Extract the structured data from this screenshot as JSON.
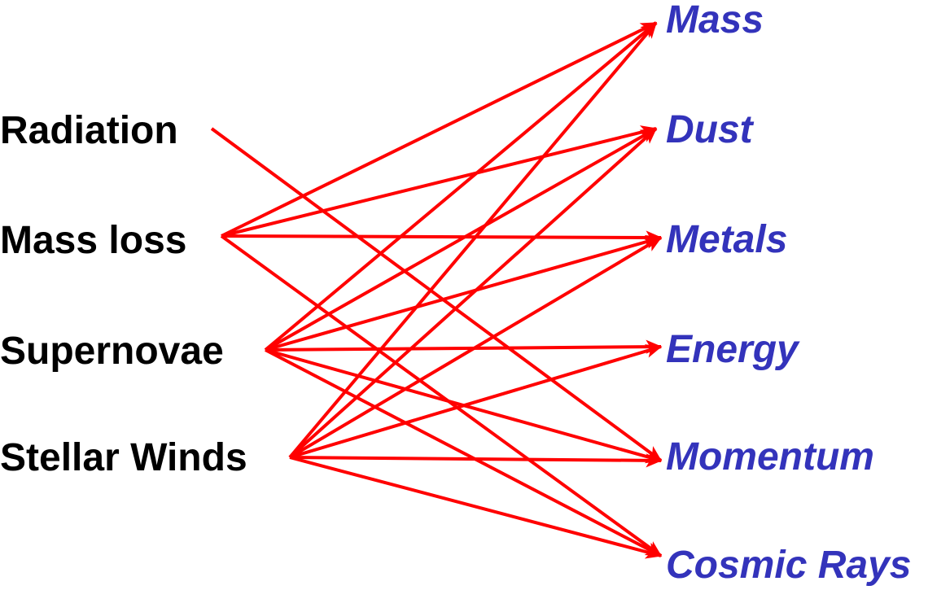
{
  "colors": {
    "arrow": "#ff0000",
    "source_text": "#000000",
    "target_text": "#3333bb"
  },
  "sources": [
    {
      "id": "radiation",
      "label": "Radiation"
    },
    {
      "id": "massloss",
      "label": "Mass loss"
    },
    {
      "id": "supernovae",
      "label": "Supernovae"
    },
    {
      "id": "winds",
      "label": "Stellar Winds"
    }
  ],
  "targets": [
    {
      "id": "mass",
      "label": "Mass"
    },
    {
      "id": "dust",
      "label": "Dust"
    },
    {
      "id": "metals",
      "label": "Metals"
    },
    {
      "id": "energy",
      "label": "Energy"
    },
    {
      "id": "momentum",
      "label": "Momentum"
    },
    {
      "id": "cosmic",
      "label": "Cosmic Rays"
    }
  ],
  "edges": [
    {
      "from": "radiation",
      "to": "momentum"
    },
    {
      "from": "massloss",
      "to": "mass"
    },
    {
      "from": "massloss",
      "to": "dust"
    },
    {
      "from": "massloss",
      "to": "metals"
    },
    {
      "from": "massloss",
      "to": "cosmic"
    },
    {
      "from": "supernovae",
      "to": "mass"
    },
    {
      "from": "supernovae",
      "to": "dust"
    },
    {
      "from": "supernovae",
      "to": "metals"
    },
    {
      "from": "supernovae",
      "to": "energy"
    },
    {
      "from": "supernovae",
      "to": "momentum"
    },
    {
      "from": "supernovae",
      "to": "cosmic"
    },
    {
      "from": "winds",
      "to": "mass"
    },
    {
      "from": "winds",
      "to": "dust"
    },
    {
      "from": "winds",
      "to": "metals"
    },
    {
      "from": "winds",
      "to": "energy"
    },
    {
      "from": "winds",
      "to": "momentum"
    },
    {
      "from": "winds",
      "to": "cosmic"
    }
  ]
}
